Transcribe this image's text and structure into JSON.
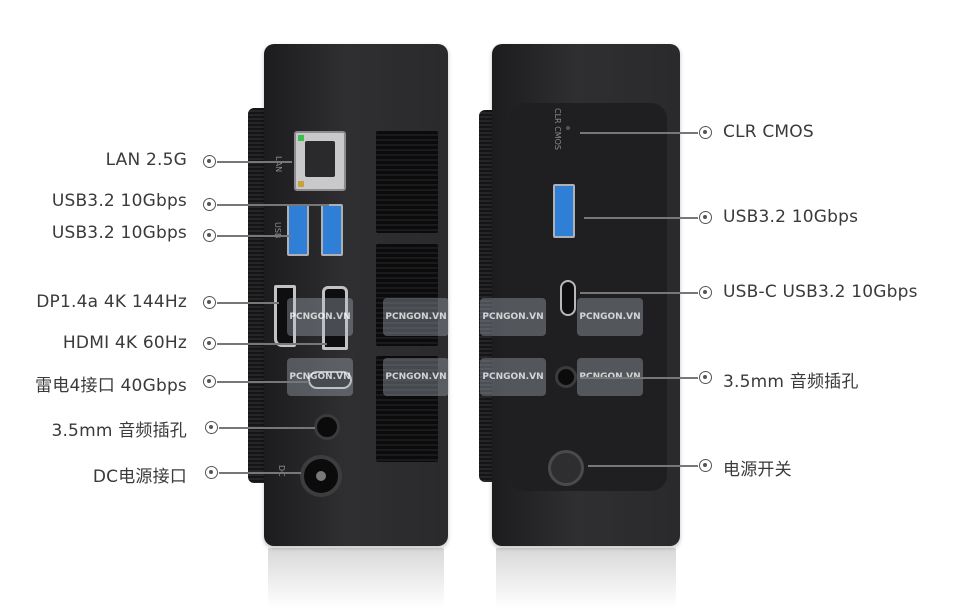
{
  "left_labels": [
    "LAN 2.5G",
    "USB3.2 10Gbps",
    "USB3.2 10Gbps",
    "DP1.4a 4K 144Hz",
    "HDMI 4K 60Hz",
    "雷电4接口 40Gbps",
    "3.5mm 音频插孔",
    "DC电源接口"
  ],
  "right_labels": [
    "CLR CMOS",
    "USB3.2 10Gbps",
    "USB-C  USB3.2 10Gbps",
    "3.5mm 音频插孔",
    "电源开关"
  ],
  "device_markings": {
    "lan": "LAN",
    "usb": "USB",
    "dc": "DC",
    "clr": "CLR CMOS"
  },
  "watermark": "PCNGON.VN",
  "icons": [
    "ethernet-port",
    "usb-a-port",
    "displayport",
    "hdmi-port",
    "usb-c-port",
    "audio-jack",
    "dc-jack",
    "power-button"
  ],
  "colors": {
    "usb_blue": "#2f7fd6",
    "device_body": "#2a2a2c",
    "label_text": "#3a3a3a"
  }
}
